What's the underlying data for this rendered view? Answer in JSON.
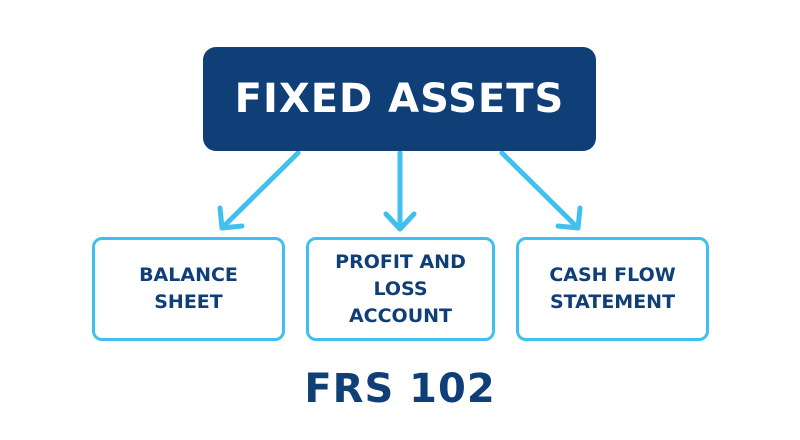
{
  "diagram": {
    "root": {
      "label": "FIXED ASSETS"
    },
    "children": [
      {
        "label": "BALANCE\nSHEET"
      },
      {
        "label": "PROFIT AND\nLOSS\nACCOUNT"
      },
      {
        "label": "CASH FLOW\nSTATEMENT"
      }
    ],
    "footer": "FRS 102",
    "colors": {
      "root_fill": "#103f78",
      "root_text": "#ffffff",
      "child_border": "#40c0ee",
      "child_text": "#103f78",
      "arrow": "#40c0ee",
      "footer_text": "#103f78"
    }
  }
}
